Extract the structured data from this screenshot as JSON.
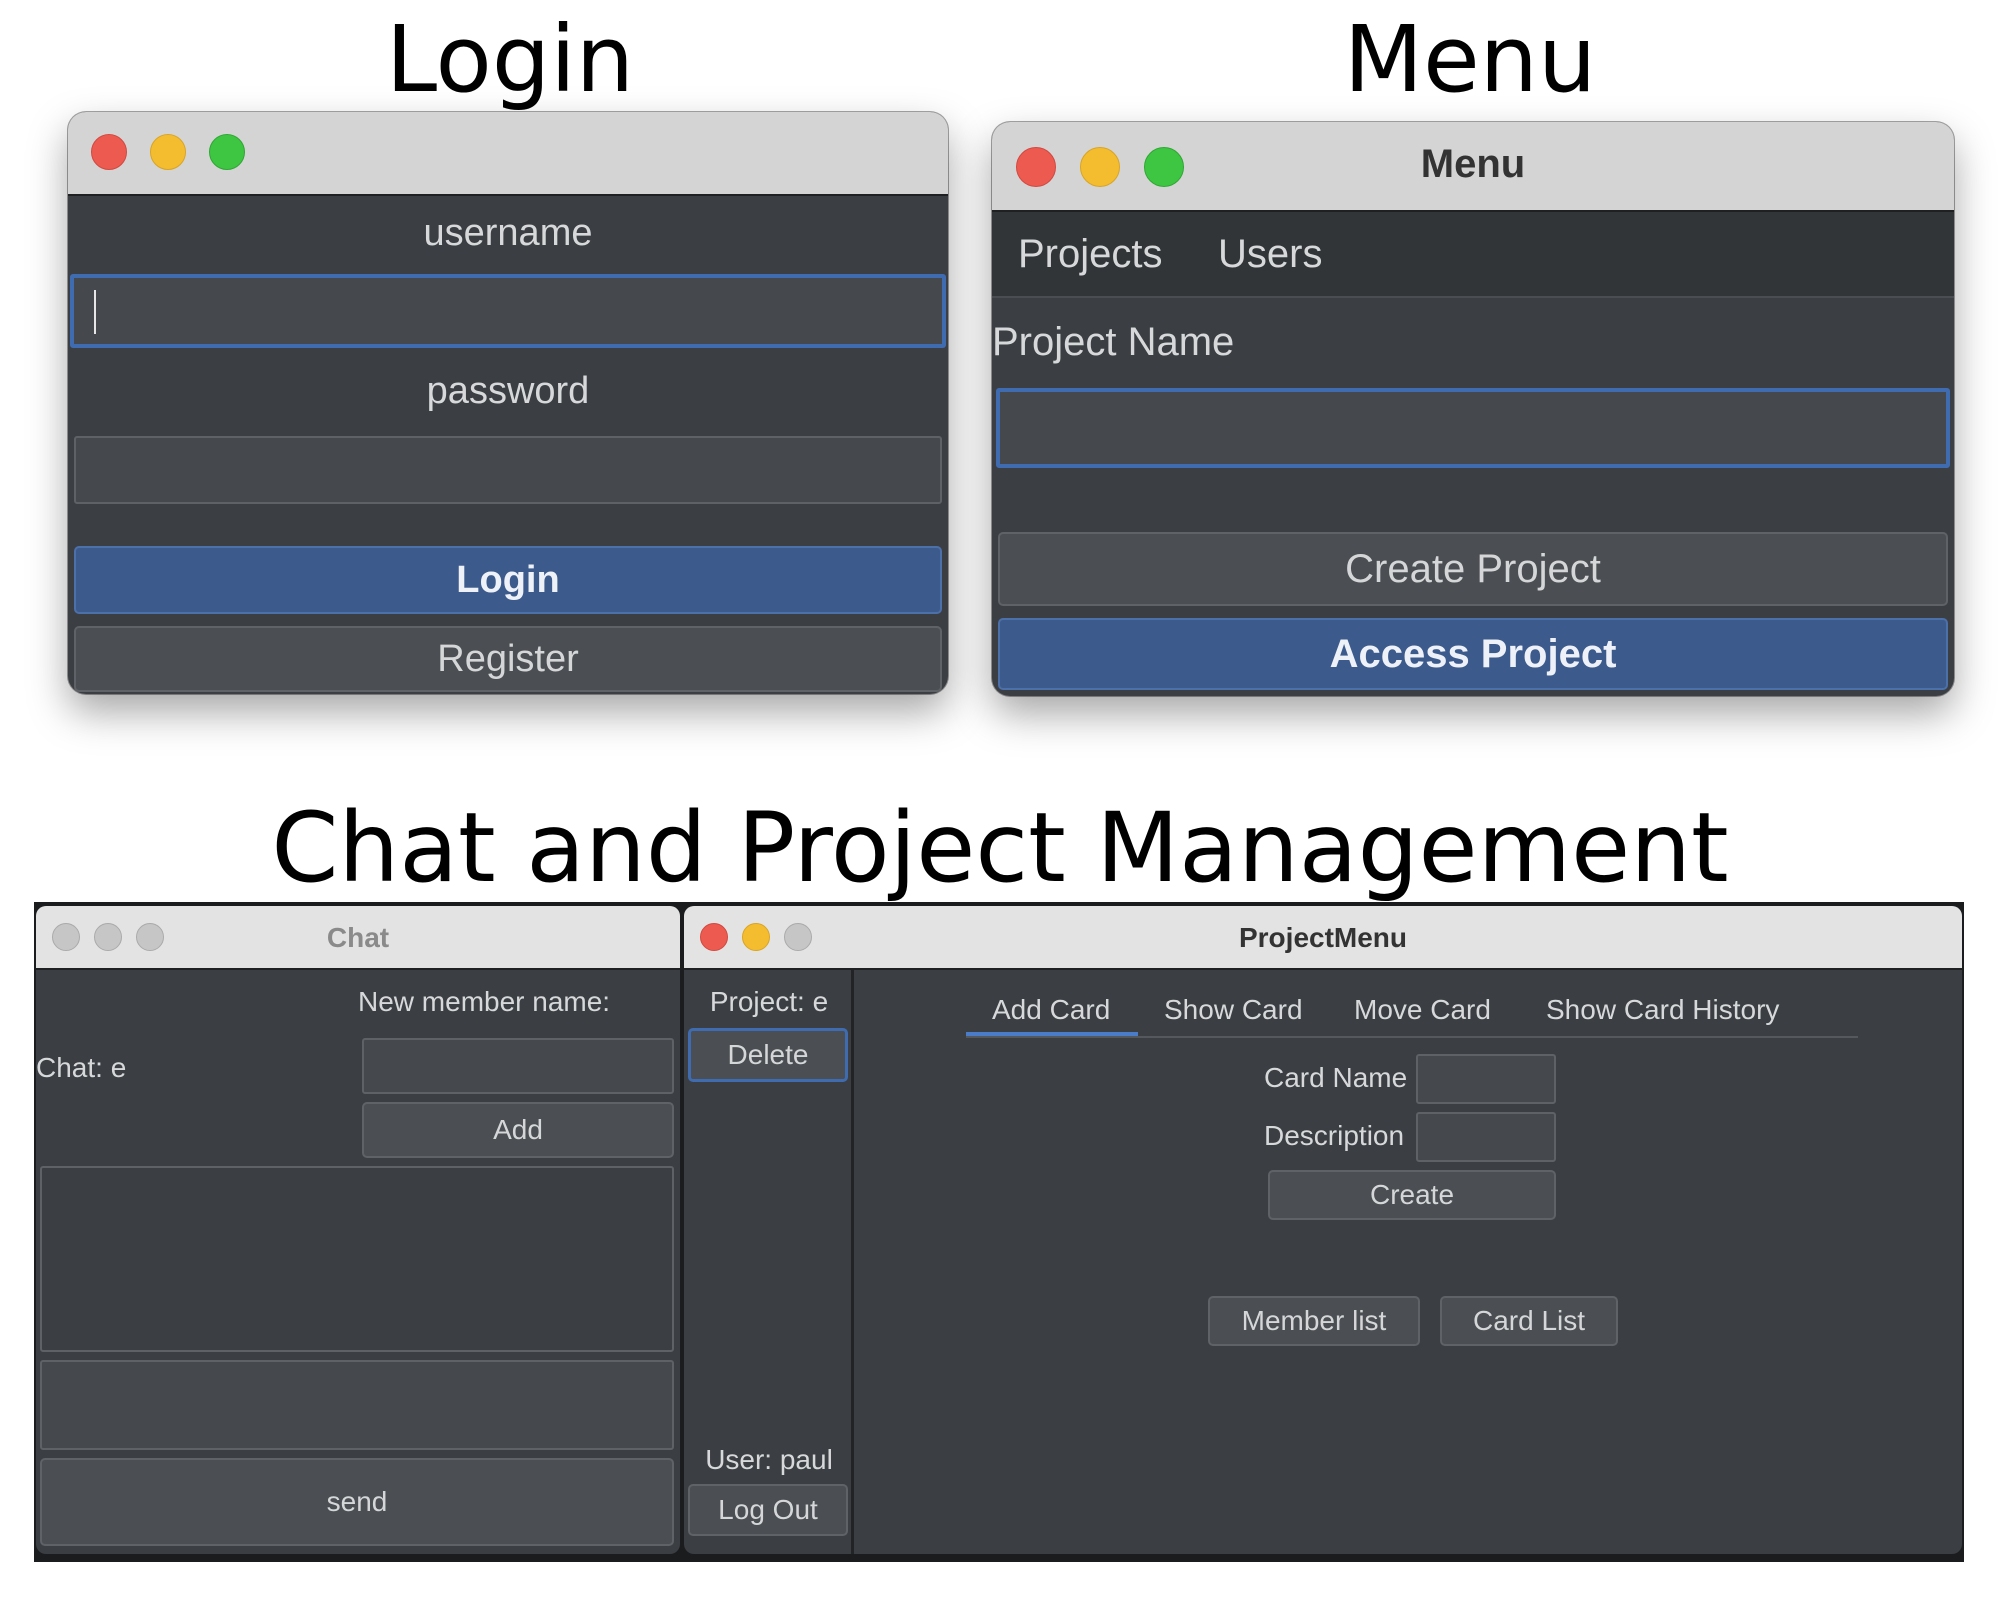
{
  "sections": {
    "login": "Login",
    "menu": "Menu",
    "chat_pm": "Chat and Project Management"
  },
  "login_window": {
    "username_label": "username",
    "password_label": "password",
    "login_button": "Login",
    "register_button": "Register"
  },
  "menu_window": {
    "title": "Menu",
    "menubar": [
      "Projects",
      "Users"
    ],
    "project_name_label": "Project Name",
    "create_button": "Create Project",
    "access_button": "Access Project"
  },
  "chat_window": {
    "title": "Chat",
    "new_member_label": "New member name:",
    "chat_label": "Chat: e",
    "add_button": "Add",
    "send_button": "send"
  },
  "project_window": {
    "title": "ProjectMenu",
    "project_label": "Project: e",
    "delete_button": "Delete",
    "user_label": "User: paul",
    "logout_button": "Log Out",
    "tabs": [
      "Add Card",
      "Show Card",
      "Move Card",
      "Show Card History"
    ],
    "active_tab": "Add Card",
    "card_name_label": "Card Name",
    "description_label": "Description",
    "create_button": "Create",
    "member_list_button": "Member list",
    "card_list_button": "Card List"
  },
  "colors": {
    "window_bg": "#3b3e42",
    "titlebar": "#d4d4d4",
    "accent": "#3c5a8c",
    "focus_ring": "#3f6cb0"
  }
}
